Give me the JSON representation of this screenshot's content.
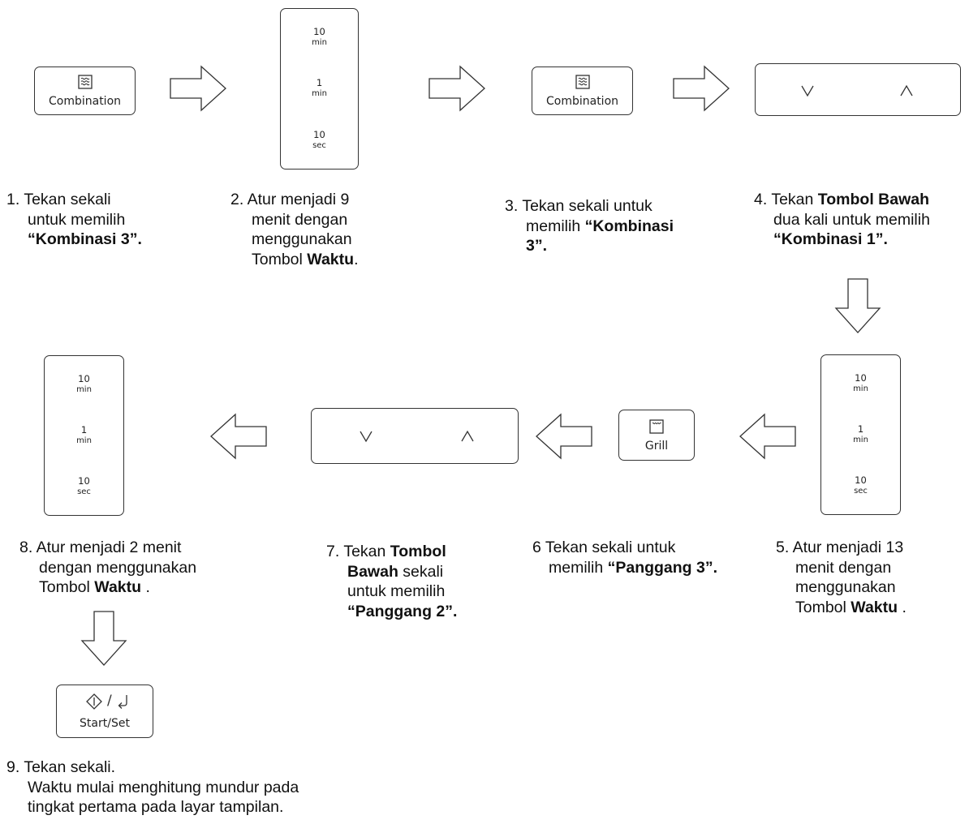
{
  "buttons": {
    "combination_label": "Combination",
    "grill_label": "Grill",
    "start_set_label": "Start/Set",
    "start_set_symbol_sep": "/"
  },
  "time_panel": {
    "top_value": "10",
    "top_unit": "min",
    "mid_value": "1",
    "mid_unit": "min",
    "bot_value": "10",
    "bot_unit": "sec"
  },
  "updown_panel": {
    "down_symbol": "∨",
    "up_symbol": "∧"
  },
  "steps": {
    "s1": {
      "l1": "1. Tekan sekali",
      "l2": "untuk memilih",
      "l3": "“Kombinasi 3”."
    },
    "s2": {
      "l1": "2. Atur menjadi 9",
      "l2": "menit dengan",
      "l3": "menggunakan",
      "l4a": "Tombol ",
      "l4b": "Waktu",
      "l4c": "."
    },
    "s3": {
      "l1": "3. Tekan sekali untuk",
      "l2a": "memilih ",
      "l2b": "“Kombinasi",
      "l3": "3”."
    },
    "s4": {
      "l1a": "4. Tekan ",
      "l1b": "Tombol Bawah",
      "l2": "dua kali untuk memilih",
      "l3": "“Kombinasi 1”."
    },
    "s5": {
      "l1": "5. Atur menjadi 13",
      "l2": "menit dengan",
      "l3": "menggunakan",
      "l4a": "Tombol ",
      "l4b": "Waktu",
      "l4c": " ."
    },
    "s6": {
      "l1": "6 Tekan sekali untuk",
      "l2a": "memilih ",
      "l2b": "“Panggang 3”."
    },
    "s7": {
      "l1a": "7. Tekan ",
      "l1b": "Tombol",
      "l2a": "Bawah",
      "l2b": " sekali",
      "l3": "untuk memilih",
      "l4": "“Panggang 2”."
    },
    "s8": {
      "l1": "8. Atur menjadi 2 menit",
      "l2": "dengan menggunakan",
      "l3a": "Tombol ",
      "l3b": "Waktu",
      "l3c": " ."
    },
    "s9": {
      "l1": "9. Tekan sekali.",
      "l2": "Waktu mulai menghitung mundur pada",
      "l3": "tingkat pertama pada layar tampilan."
    }
  }
}
